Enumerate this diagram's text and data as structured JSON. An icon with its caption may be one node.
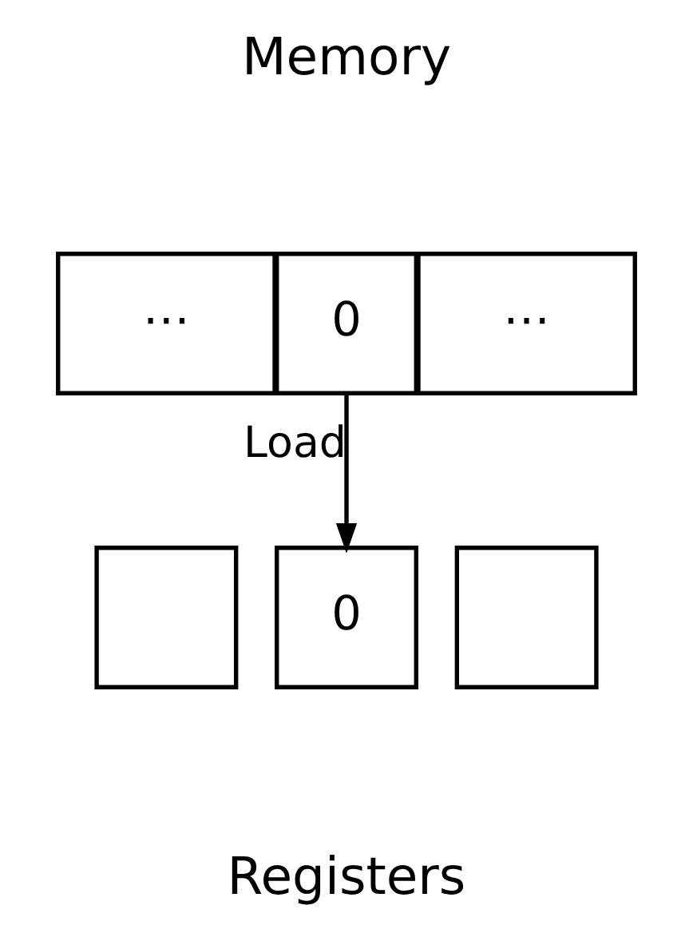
{
  "diagram": {
    "nodes": [
      {
        "text": [
          "⋯"
        ]
      },
      {
        "text": [
          "0"
        ]
      },
      {
        "text": [
          "⋯"
        ]
      },
      {
        "text": [],
        "shape": "box"
      },
      {
        "text": [
          "0"
        ]
      },
      {
        "text": [],
        "shape": "box"
      }
    ],
    "edges": [
      {
        "from": 1,
        "to": 4,
        "arrow": "to",
        "label": "Load"
      }
    ],
    "labels": [
      "Memory",
      "Registers"
    ]
  }
}
